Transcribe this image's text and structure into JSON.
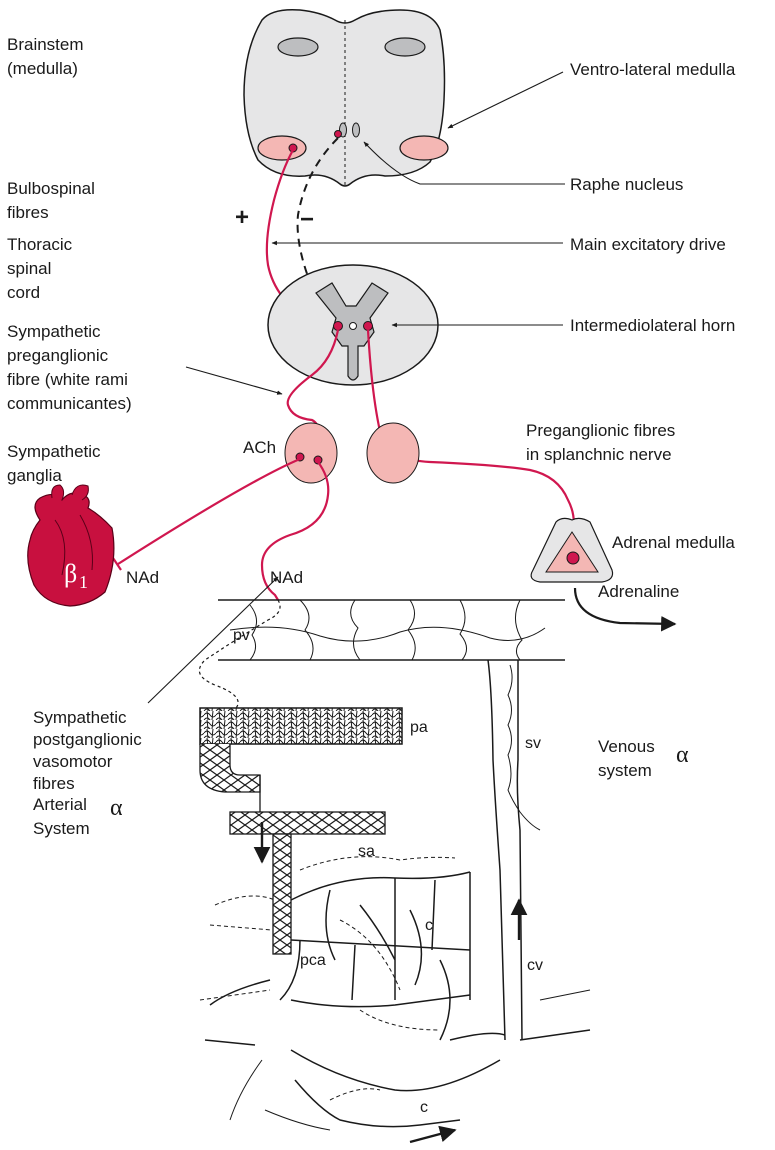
{
  "colors": {
    "nerve": "#d0174f",
    "nucleus_fill": "#f4b7b4",
    "grey_tissue": "#e6e6e7",
    "grey_matter": "#bdbec0",
    "heart": "#c8103f",
    "outline": "#1a1a1a"
  },
  "labels": {
    "brainstem": [
      "Brainstem",
      "(medulla)"
    ],
    "ventrolateral_medulla": "Ventro-lateral medulla",
    "raphe_nucleus": "Raphe nucleus",
    "bulbospinal": [
      "Bulbospinal",
      "fibres"
    ],
    "plus_sign": "+",
    "minus_sign": "−",
    "thoracic_cord": [
      "Thoracic",
      "spinal",
      "cord"
    ],
    "main_drive": "Main excitatory drive",
    "intermediolateral_horn": "Intermediolateral horn",
    "preganglionic_fibre": [
      "Sympathetic",
      "preganglionic",
      "fibre (white rami",
      "communicantes)"
    ],
    "sympathetic_ganglia": [
      "Sympathetic",
      "ganglia"
    ],
    "ach": "ACh",
    "splanchnic": [
      "Preganglionic fibres",
      "in splanchnic nerve"
    ],
    "heart_receptor": "β",
    "heart_receptor_sub": "1",
    "nad_heart": "NAd",
    "nad_vessel": "NAd",
    "adrenal_medulla": "Adrenal medulla",
    "adrenaline": "Adrenaline",
    "postganglionic": [
      "Sympathetic",
      "postganglionic",
      "vasomotor",
      "fibres"
    ],
    "pv": "pv",
    "pa": "pa",
    "sv": "sv",
    "sa": "sa",
    "venous_system": [
      "Venous",
      "system"
    ],
    "venous_alpha": "α",
    "arterial_system": [
      "Arterial",
      "System"
    ],
    "arterial_alpha": "α",
    "pca": "pca",
    "c_upper": "c",
    "c_lower": "c",
    "cv": "cv"
  }
}
